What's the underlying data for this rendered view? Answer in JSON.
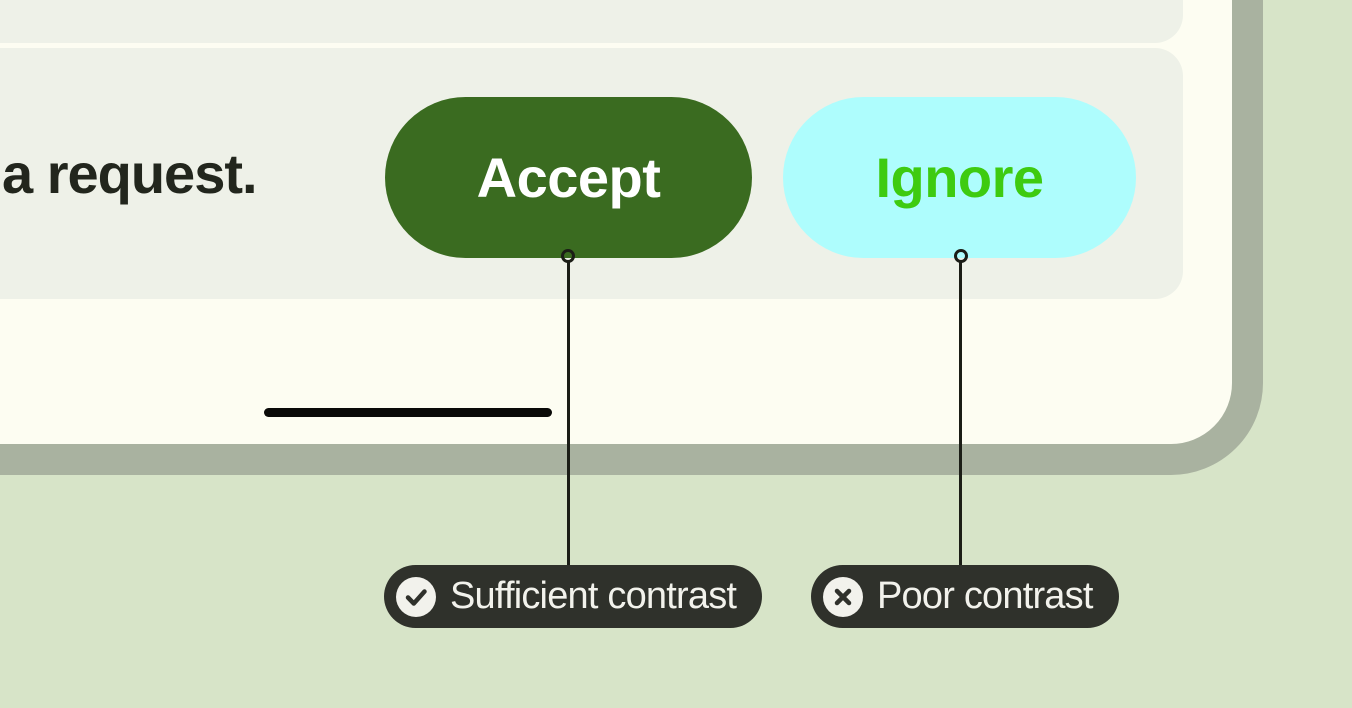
{
  "colors": {
    "page_bg": "#d7e4c8",
    "frame_border": "#a9b2a0",
    "screen_bg": "#fdfdf2",
    "panel_bg": "#eef1e8",
    "accept_bg": "#3a6b20",
    "accept_text": "#ffffff",
    "ignore_bg": "#aefdfd",
    "ignore_text": "#3ecb10",
    "message_text": "#22261d",
    "home_bar": "#0a0a08",
    "connector": "#1b1d16",
    "callout_bg": "#2f312b",
    "callout_text": "#f2f2ec"
  },
  "screen": {
    "message_text": "a request.",
    "accept_button": {
      "label": "Accept"
    },
    "ignore_button": {
      "label": "Ignore"
    }
  },
  "annotations": {
    "sufficient": {
      "label": "Sufficient contrast",
      "icon": "check-icon"
    },
    "poor": {
      "label": "Poor contrast",
      "icon": "x-icon"
    }
  }
}
